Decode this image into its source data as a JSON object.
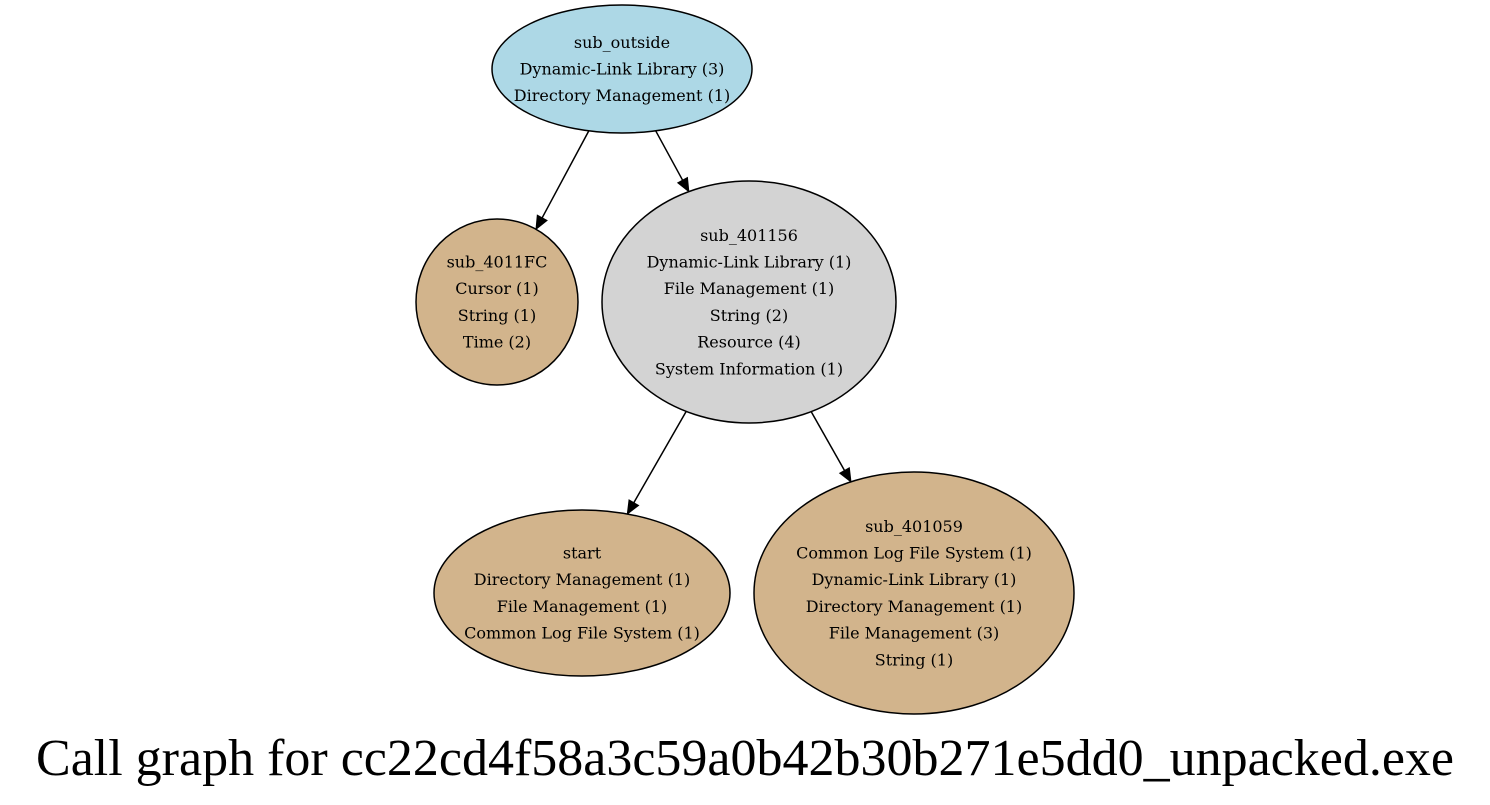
{
  "title": "Call graph for cc22cd4f58a3c59a0b42b30b271e5dd0_unpacked.exe",
  "colors": {
    "external_node": "#add8e6",
    "intermediate_node": "#d3d3d3",
    "leaf_node": "#d2b48c",
    "stroke": "#000000"
  },
  "nodes": [
    {
      "id": "sub_outside",
      "kind": "external_node",
      "lines": [
        "sub_outside",
        "Dynamic-Link Library (3)",
        "Directory Management (1)"
      ]
    },
    {
      "id": "sub_4011FC",
      "kind": "leaf_node",
      "lines": [
        "sub_4011FC",
        "Cursor (1)",
        "String (1)",
        "Time (2)"
      ]
    },
    {
      "id": "sub_401156",
      "kind": "intermediate_node",
      "lines": [
        "sub_401156",
        "Dynamic-Link Library (1)",
        "File Management (1)",
        "String (2)",
        "Resource (4)",
        "System Information (1)"
      ]
    },
    {
      "id": "start",
      "kind": "leaf_node",
      "lines": [
        "start",
        "Directory Management (1)",
        "File Management (1)",
        "Common Log File System (1)"
      ]
    },
    {
      "id": "sub_401059",
      "kind": "leaf_node",
      "lines": [
        "sub_401059",
        "Common Log File System (1)",
        "Dynamic-Link Library (1)",
        "Directory Management (1)",
        "File Management (3)",
        "String (1)"
      ]
    }
  ],
  "edges": [
    {
      "from": "sub_outside",
      "to": "sub_4011FC"
    },
    {
      "from": "sub_outside",
      "to": "sub_401156"
    },
    {
      "from": "sub_401156",
      "to": "start"
    },
    {
      "from": "sub_401156",
      "to": "sub_401059"
    }
  ]
}
